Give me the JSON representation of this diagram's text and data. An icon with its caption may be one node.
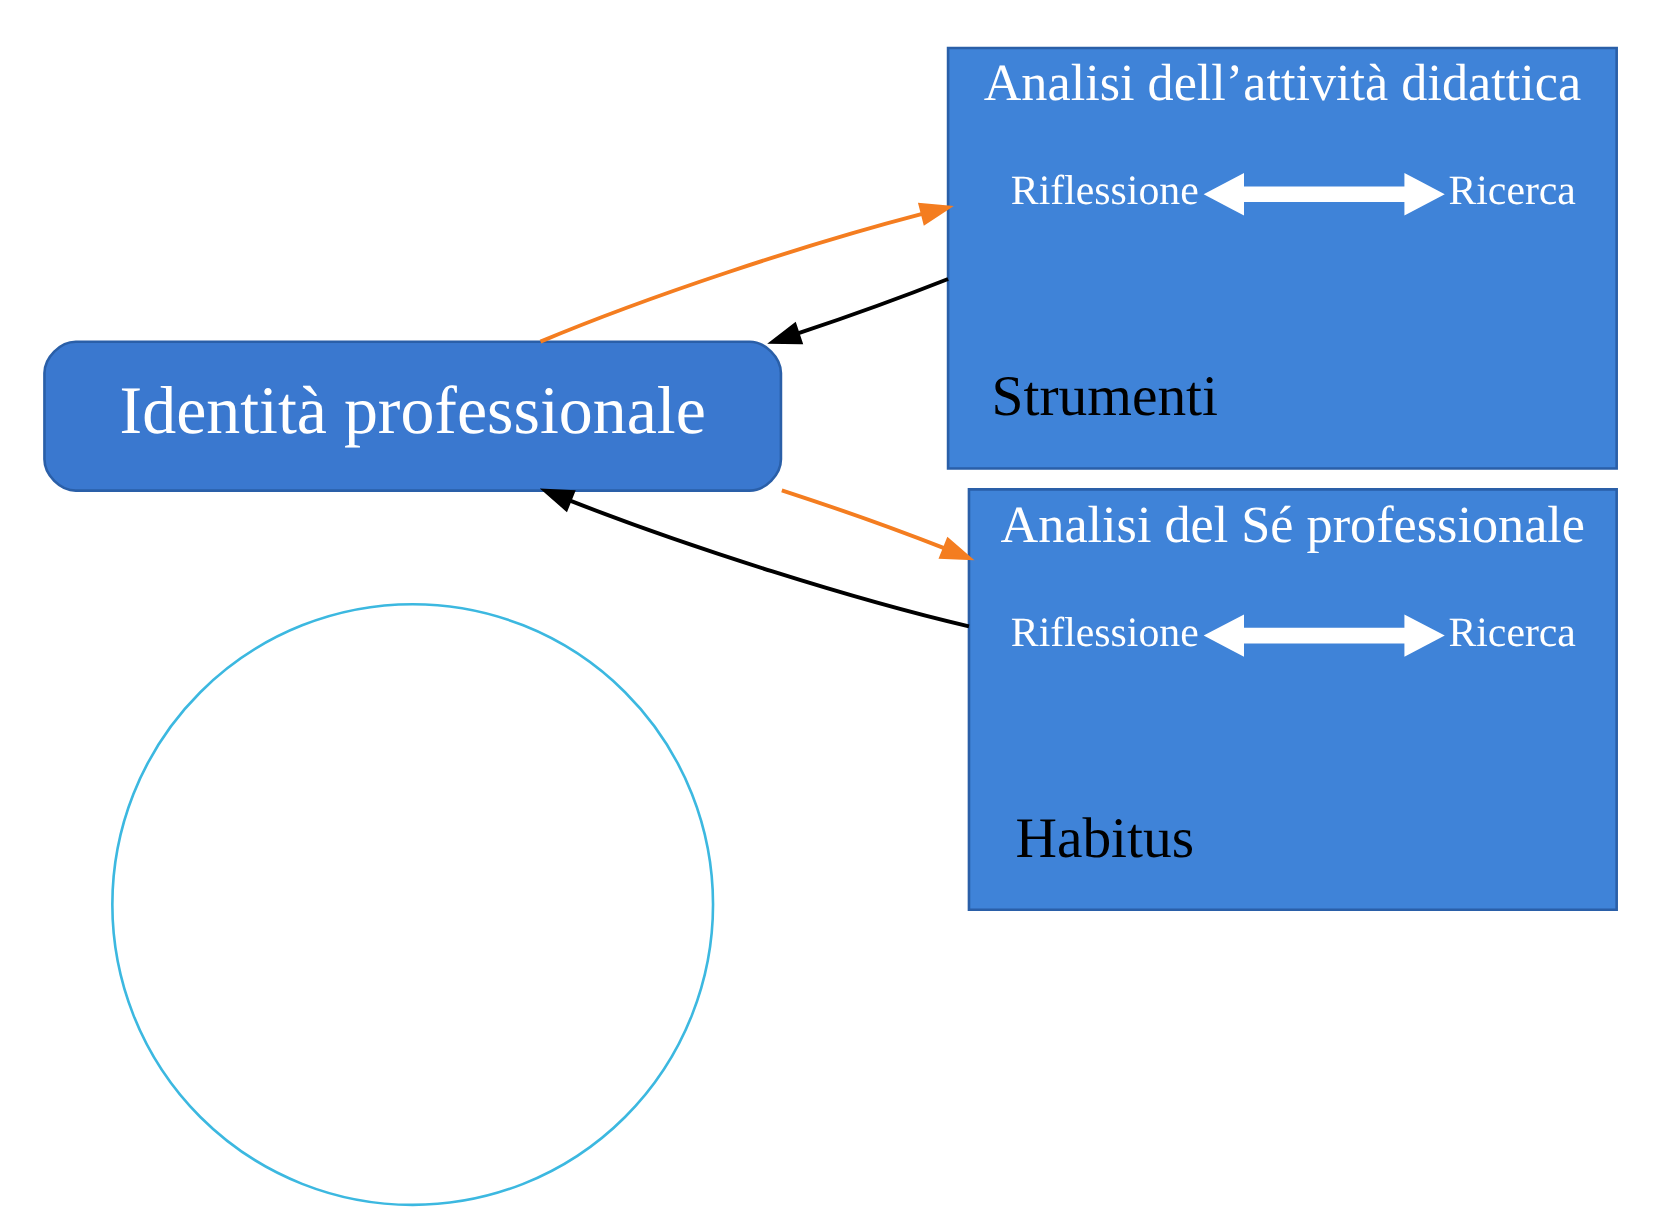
{
  "diagram": {
    "nodes": [
      {
        "text": [],
        "shape": "circle"
      },
      {
        "text": [
          "Identità professionale"
        ]
      },
      {
        "text": [
          "Analisi dell’attività didattica"
        ],
        "beside": [
          "Strumenti"
        ]
      },
      {
        "text": [
          "Riflessione"
        ],
        "in": 2
      },
      {
        "text": [
          "Ricerca"
        ],
        "in": 2
      },
      {
        "text": [
          "Analisi del Sé professionale"
        ],
        "beside": [
          "Habitus"
        ]
      },
      {
        "text": [
          "Riflessione"
        ],
        "in": 5
      },
      {
        "text": [
          "Ricerca"
        ],
        "in": 5
      }
    ],
    "edges": [
      {
        "from": 1,
        "to": 2,
        "arrow": "to",
        "color": "#f47d20"
      },
      {
        "from": 2,
        "to": 1,
        "arrow": "to",
        "color": "#000000"
      },
      {
        "from": 3,
        "to": 4,
        "arrow": "both",
        "color": "#ffffff",
        "style": "thick"
      },
      {
        "from": 1,
        "to": 5,
        "arrow": "to",
        "color": "#f47d20"
      },
      {
        "from": 5,
        "to": 1,
        "arrow": "to",
        "color": "#000000"
      },
      {
        "from": 6,
        "to": 7,
        "arrow": "both",
        "color": "#ffffff",
        "style": "thick"
      }
    ]
  }
}
